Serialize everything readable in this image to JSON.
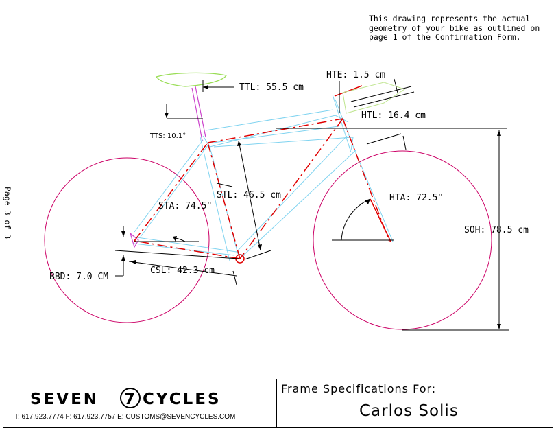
{
  "note": {
    "lines": [
      "This drawing represents the actual",
      "geometry of your bike as outlined on",
      "page 1 of the Confirmation Form."
    ]
  },
  "page_indicator": "Page 3 of 3",
  "dimensions": {
    "ttl": "TTL: 55.5 cm",
    "hte": "HTE: 1.5 cm",
    "htl": "HTL: 16.4 cm",
    "tts": "TTS: 10.1°",
    "stl": "STL: 46.5 cm",
    "sta": "STA: 74.5°",
    "hta": "HTA: 72.5°",
    "soh": "SOH: 78.5 cm",
    "bbd": "BBD: 7.0 CM",
    "csl": "CSL: 42.3 cm"
  },
  "title_block": {
    "logo_left": "SEVEN",
    "logo_mark": "7",
    "logo_right": "CYCLES",
    "contact": "T: 617.923.7774   F: 617.923.7757   E: CUSTOMS@SEVENCYCLES.COM",
    "spec_heading": "Frame Specifications For:",
    "customer_name": "Carlos Solis"
  },
  "colors": {
    "wheel": "#cc0066",
    "frame_outline": "#7fd3f0",
    "centerline": "#e00000",
    "saddle": "#99dd55",
    "seatpost": "#cc44cc",
    "dimension": "#000000"
  }
}
